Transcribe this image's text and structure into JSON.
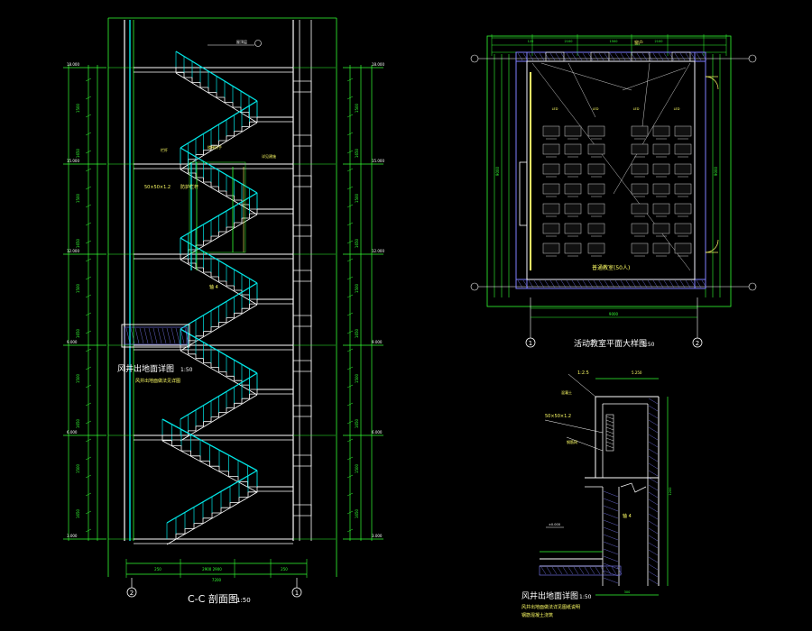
{
  "drawing": {
    "section_title": "C-C 剖面图",
    "section_scale": "1:50",
    "vent_detail_1_title": "风井出地面详图",
    "vent_detail_1_scale": "1:50",
    "vent_detail_1_note": "风井出地面做法见详图",
    "plan_title": "活动教室平面大样图",
    "plan_scale": "1:50",
    "plan_room_label": "普通教室(50人)",
    "plan_top_label": "窗户",
    "vent_detail_2_title": "风井出地面详图",
    "vent_detail_2_scale": "1:50",
    "vent_detail_2_note_1": "风井出地面做法详见图纸说明",
    "vent_detail_2_note_2": "钢筋混凝土浇筑",
    "wall_label": "轴 4",
    "wall_label_2": "轴 4",
    "section_note_1": "50×50×1.2",
    "section_note_2": "防护栏杆",
    "detail_note_1": "1:2.5",
    "detail_note_2": "50×50×1.2",
    "grid_axis_left": "2",
    "grid_axis_right": "1",
    "plan_axis_bottom_left": "1",
    "plan_axis_bottom_right": "2"
  },
  "colors": {
    "background": "#000000",
    "structure": "#ffffff",
    "dimension": "#33ff33",
    "stair": "#00e5e5",
    "grid_axis": "#ffffff",
    "annotation": "#ffff66",
    "hatch": "#8080ff",
    "furniture": "#d0d0d0"
  }
}
